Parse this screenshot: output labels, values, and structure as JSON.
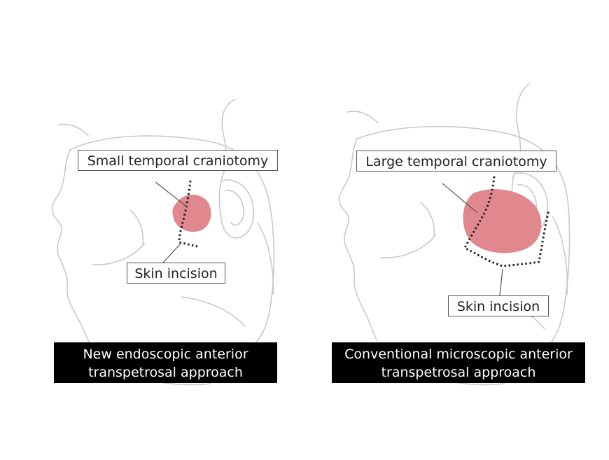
{
  "left_panel": {
    "craniotomy_label": "Small temporal craniotomy",
    "incision_label": "Skin incision",
    "caption_line1": "New endoscopic anterior",
    "caption_line2": "transpetrosal approach"
  },
  "right_panel": {
    "craniotomy_label": "Large temporal craniotomy",
    "incision_label": "Skin incision",
    "caption_line1": "Conventional microscopic anterior",
    "caption_line2": "transpetrosal approach"
  },
  "colors": {
    "craniotomy_fill": "#e0888e",
    "outline": "#c8c8c8",
    "incision": "#222222",
    "caption_bg": "#000000",
    "caption_text": "#ffffff"
  }
}
